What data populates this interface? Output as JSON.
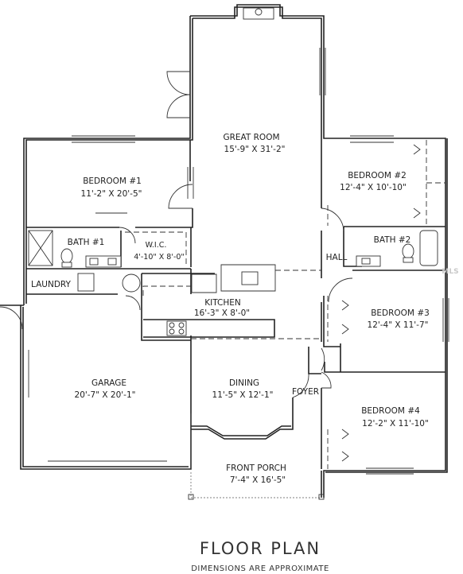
{
  "rooms": [
    {
      "id": "great-room",
      "name": "GREAT ROOM",
      "dims": "15'-9\" X 31'-2\""
    },
    {
      "id": "bedroom-1",
      "name": "BEDROOM #1",
      "dims": "11'-2\" X 20'-5\""
    },
    {
      "id": "bedroom-2",
      "name": "BEDROOM #2",
      "dims": "12'-4\" X 10'-10\""
    },
    {
      "id": "bath-1",
      "name": "BATH #1",
      "dims": ""
    },
    {
      "id": "wic",
      "name": "W.I.C.",
      "dims": "4'-10\" X 8'-0\""
    },
    {
      "id": "bath-2",
      "name": "BATH #2",
      "dims": ""
    },
    {
      "id": "hall",
      "name": "HALL",
      "dims": ""
    },
    {
      "id": "laundry",
      "name": "LAUNDRY",
      "dims": ""
    },
    {
      "id": "kitchen",
      "name": "KITCHEN",
      "dims": "16'-3\" X 8'-0\""
    },
    {
      "id": "bedroom-3",
      "name": "BEDROOM #3",
      "dims": "12'-4\" X 11'-7\""
    },
    {
      "id": "garage",
      "name": "GARAGE",
      "dims": "20'-7\" X 20'-1\""
    },
    {
      "id": "dining",
      "name": "DINING",
      "dims": "11'-5\" X 12'-1\""
    },
    {
      "id": "foyer",
      "name": "FOYER",
      "dims": ""
    },
    {
      "id": "bedroom-4",
      "name": "BEDROOM #4",
      "dims": "12'-2\" X 11'-10\""
    },
    {
      "id": "front-porch",
      "name": "FRONT PORCH",
      "dims": "7'-4\" X 16'-5\""
    }
  ],
  "caption": {
    "title": "FLOOR PLAN",
    "subtitle": "DIMENSIONS ARE APPROXIMATE"
  },
  "watermark": "MLS"
}
